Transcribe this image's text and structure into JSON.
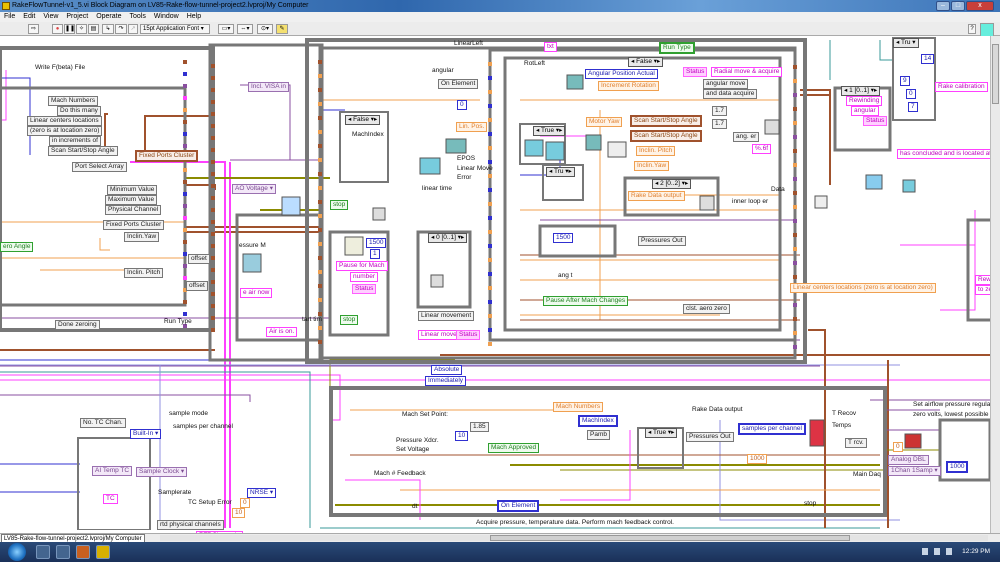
{
  "window": {
    "title": "RakeFlowTunnel-v1_5.vi Block Diagram on LV85-Rake-flow-tunnel-project2.lvproj/My Computer",
    "controls": [
      "minimize",
      "maximize",
      "close"
    ]
  },
  "menu": [
    "File",
    "Edit",
    "View",
    "Project",
    "Operate",
    "Tools",
    "Window",
    "Help"
  ],
  "toolbar": {
    "font_select": "15pt Application Font",
    "icons": [
      "run-arrow-icon",
      "abort-icon",
      "pause-icon",
      "highlight-bulb-icon",
      "retain-wire-icon",
      "step-into-icon",
      "step-over-icon",
      "step-out-icon",
      "align-icon",
      "distribute-icon",
      "reorder-icon",
      "cleanup-icon",
      "help-icon"
    ]
  },
  "diagram": {
    "labels": [
      "Write F(beta) File",
      "Mach Numbers",
      "Do this many",
      "Linear centers locations",
      "(zero is at location zero)",
      "in increments of",
      "Scan Start/Stop Angle",
      "Fixed Ports Cluster",
      "Port Select Array",
      "Minimum Value",
      "Maximum Value",
      "Physical Channel",
      "Fixed Ports Cluster",
      "Inclin.Yaw",
      "ero Angle",
      "Inclin. Pitch",
      "offset",
      "offset",
      "Done zeroing",
      "Run Type",
      "Incl. VISA in",
      "AO Voltage ▾",
      "essure M",
      "e air now",
      "Air is on.",
      "tart tim",
      "LinearLeft",
      "angular",
      "On Element",
      "◂ False ▾▸",
      "MachIndex",
      "Lin. Pos.",
      "EPOS",
      "Linear Move",
      "Error",
      "linear time",
      "◂ 0 [0..1] ▾▸",
      "stop",
      "Pause for Mach",
      "number",
      "Status",
      "stop",
      "Linear movement",
      "Linear move",
      "Status",
      "RotLeft",
      "◂ False ▾▸",
      "Angular Position Actual",
      "Increment Rotation",
      "Run Type",
      "txt",
      "Status",
      "Radial move & acquire",
      "angular move",
      "and data acquire",
      "◂ True ▾▸",
      "◂ Tru ▾▸",
      "Motor Yaw",
      "Scan Start/Stop Angle",
      "Scan Start/Stop Angle",
      "Inclin. Pitch",
      "Inclin.Yaw",
      "Rake Data output",
      "◂ 2 [0..2] ▾▸",
      "1.7",
      "ang. er",
      "%.6f",
      "Data",
      "inner loop er",
      "1500",
      "Pressures Out",
      "ang t",
      "Pause After Mach Changes",
      "clst. aero zero",
      "◂ Tru ▾",
      "14",
      "Rake calibration",
      "has concluded and is located at",
      "◂ 1 [0..1] ▾▸",
      "Rewinding",
      "angular",
      "Status",
      "Linear centers locations (zero is at location zero)",
      "Rewin",
      "to zer",
      "No. TC Chan.",
      "Built-In ▾",
      "sample mode",
      "samples per channel",
      "AI Temp TC",
      "Sample Clock ▾",
      "TC",
      "Samplerate",
      "TC Setup Error",
      "NRSE ▾",
      "0",
      "10",
      "rtd physical channels",
      "RTDChannels",
      "Absolute",
      "Immediately",
      "Mach Set Point:",
      "1.85",
      "Pressure Xdcr.",
      "Set Voltage",
      "Mach # Feedback",
      "dt",
      "Mach Numbers",
      "MachIndex",
      "Pamb",
      "Rake Data output",
      "Mach Approved",
      "◂ True ▾▸",
      "Pressures Out",
      "On Element",
      "Acquire pressure, temperature data. Perform mach feedback control.",
      "samples per channel",
      "T Recov",
      "Temps",
      "T rcv.",
      "1000",
      "Main Daq",
      "stop",
      "Set airflow pressure regulator",
      "zero volts, lowest possible flo",
      "Analog DBL",
      "1Chan 1Samp ▾",
      "0",
      "1000",
      "10",
      "1500",
      "0",
      "9",
      "0",
      "7",
      "1",
      "1.7"
    ],
    "wire_colors": {
      "orange": "#f0a050",
      "brown": "#a0522d",
      "pink": "#ff40ff",
      "blue": "#3030d0",
      "purple": "#8a4fa0",
      "olive": "#8b8b00",
      "teal": "#3a9a9a",
      "green": "#009000",
      "lavender": "#9090e0"
    }
  },
  "statusbar": {
    "project_path": "LV85-Rake-flow-tunnel-project2.lvproj/My Computer"
  },
  "taskbar": {
    "clock": "12:29 PM",
    "apps": [
      "start-orb",
      "explorer",
      "library",
      "firefox",
      "labview"
    ]
  }
}
